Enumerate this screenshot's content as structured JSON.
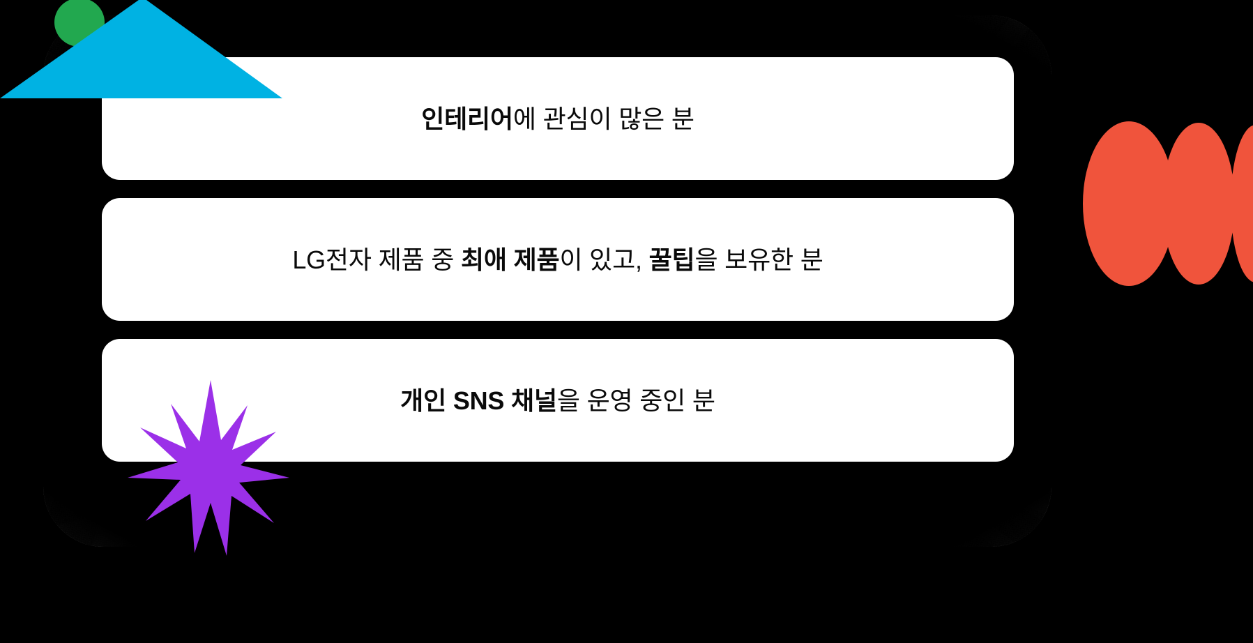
{
  "page": {
    "background_color": "#000000",
    "panel_color": "#0d0d0d",
    "card_color": "#ffffff",
    "text_color": "#0a0a0a"
  },
  "cards": [
    {
      "id": "card-interior",
      "name": "criteria-card-interior",
      "full_text": "인테리어에 관심이 많은 분",
      "segments": [
        {
          "text": "인테리어",
          "bold": true
        },
        {
          "text": "에 관심이 많은 분",
          "bold": false
        }
      ]
    },
    {
      "id": "card-lg-product",
      "name": "criteria-card-lg-product",
      "full_text": "LG전자 제품 중 최애 제품이 있고, 꿀팁을 보유한 분",
      "segments": [
        {
          "text": "LG전자 제품 중 ",
          "bold": false
        },
        {
          "text": "최애 제품",
          "bold": true
        },
        {
          "text": "이 있고, ",
          "bold": false
        },
        {
          "text": "꿀팁",
          "bold": true
        },
        {
          "text": "을 보유한 분",
          "bold": false
        }
      ]
    },
    {
      "id": "card-sns",
      "name": "criteria-card-sns",
      "full_text": "개인 SNS 채널을 운영 중인 분",
      "segments": [
        {
          "text": "개인 SNS 채널",
          "bold": true
        },
        {
          "text": "을 운영 중인 분",
          "bold": false
        }
      ]
    }
  ],
  "decorations": [
    {
      "name": "green-circle-decoration",
      "shape": "circle",
      "color": "#22a84f"
    },
    {
      "name": "cyan-triangle-decoration",
      "shape": "triangle",
      "color": "#00b2e3"
    },
    {
      "name": "orange-ellipses-decoration",
      "shape": "ellipses",
      "color": "#f0543c",
      "count": 3
    },
    {
      "name": "purple-star-decoration",
      "shape": "ten-point-star",
      "color": "#9b30e8"
    }
  ]
}
